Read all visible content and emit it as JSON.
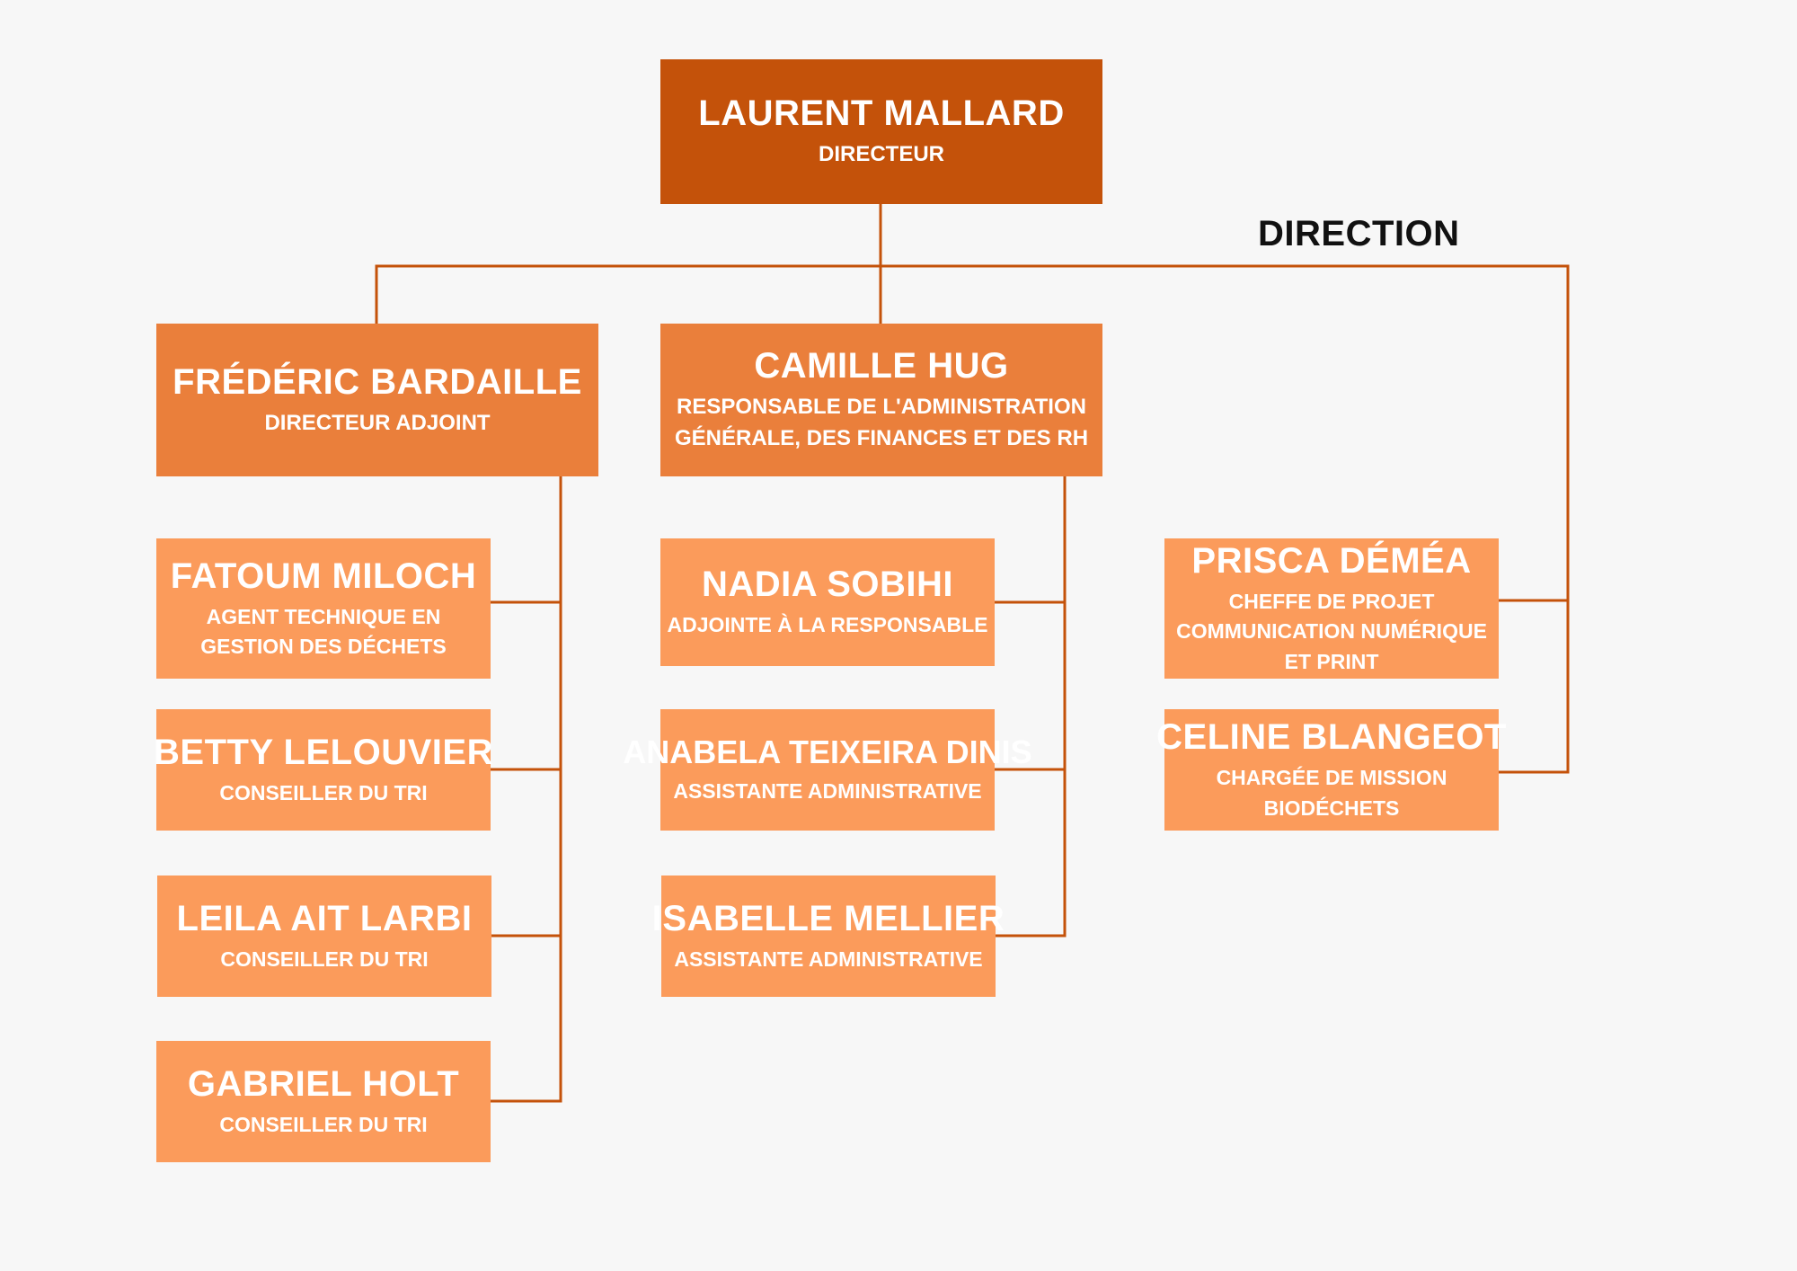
{
  "diagram": {
    "label": "DIRECTION",
    "colors": {
      "background": "#f7f7f7",
      "director": "#c4520a",
      "managers": "#ea7f3b",
      "staff": "#fb9b5b",
      "connector": "#c4520a",
      "label": "#111111"
    },
    "nodes": [
      {
        "id": "laurent-mallard",
        "name": "LAURENT MALLARD",
        "role": "DIRECTEUR",
        "parent": ""
      },
      {
        "id": "frederic-bardaille",
        "name": "FRÉDÉRIC BARDAILLE",
        "role": "DIRECTEUR ADJOINT",
        "parent": "laurent-mallard"
      },
      {
        "id": "camille-hug",
        "name": "CAMILLE HUG",
        "role": "RESPONSABLE DE L'ADMINISTRATION GÉNÉRALE, DES FINANCES ET DES RH",
        "parent": "laurent-mallard"
      },
      {
        "id": "fatoum-miloch",
        "name": "FATOUM MILOCH",
        "role": "AGENT TECHNIQUE EN GESTION DES DÉCHETS",
        "parent": "frederic-bardaille"
      },
      {
        "id": "betty-lelouvier",
        "name": "BETTY LELOUVIER",
        "role": "CONSEILLER DU TRI",
        "parent": "frederic-bardaille"
      },
      {
        "id": "leila-ait-larbi",
        "name": "LEILA AIT LARBI",
        "role": "CONSEILLER DU TRI",
        "parent": "frederic-bardaille"
      },
      {
        "id": "gabriel-holt",
        "name": "GABRIEL HOLT",
        "role": "CONSEILLER DU TRI",
        "parent": "frederic-bardaille"
      },
      {
        "id": "nadia-sobihi",
        "name": "NADIA SOBIHI",
        "role": "ADJOINTE À LA RESPONSABLE",
        "parent": "camille-hug"
      },
      {
        "id": "anabela-teixeira-dinis",
        "name": "ANABELA TEIXEIRA DINIS",
        "role": "ASSISTANTE ADMINISTRATIVE",
        "parent": "camille-hug"
      },
      {
        "id": "isabelle-mellier",
        "name": "ISABELLE MELLIER",
        "role": "ASSISTANTE ADMINISTRATIVE",
        "parent": "camille-hug"
      },
      {
        "id": "prisca-demea",
        "name": "PRISCA DÉMÉA",
        "role": "CHEFFE DE PROJET COMMUNICATION NUMÉRIQUE ET PRINT",
        "parent": "laurent-mallard"
      },
      {
        "id": "celine-blangeot",
        "name": "CELINE BLANGEOT",
        "role": "CHARGÉE DE MISSION BIODÉCHETS",
        "parent": "laurent-mallard"
      }
    ]
  }
}
